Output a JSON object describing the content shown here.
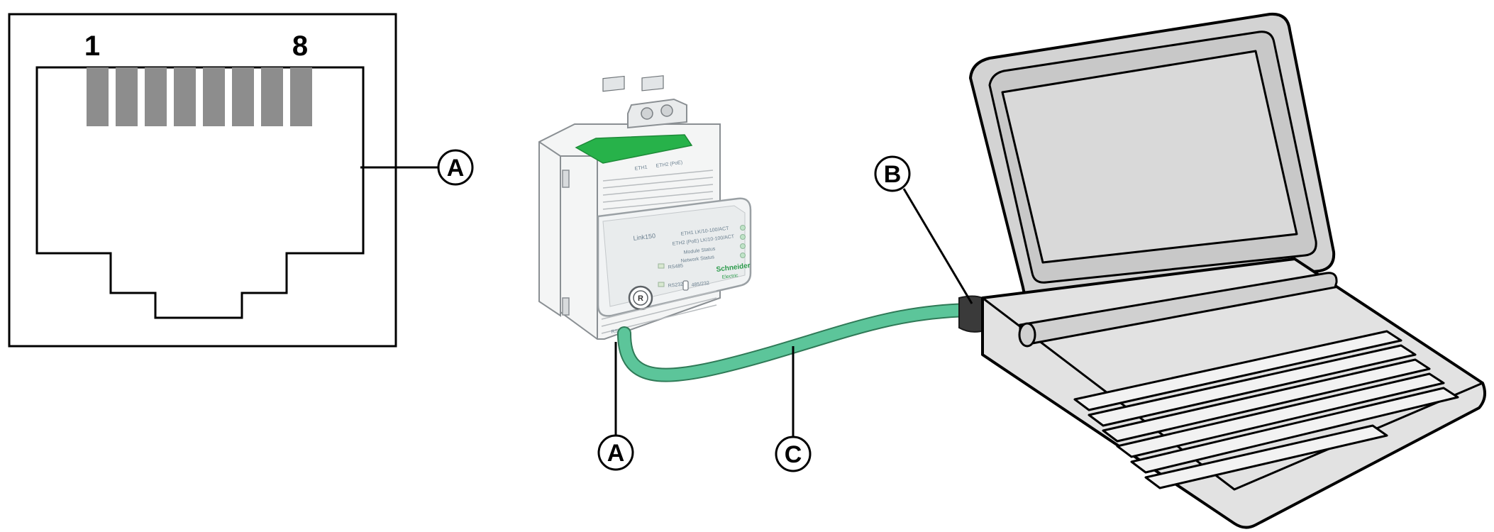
{
  "rj45_socket": {
    "pin_first": "1",
    "pin_last": "8",
    "pin_count": 8
  },
  "callouts": {
    "socket": "A",
    "device_port": "A",
    "connector": "B",
    "cable": "C"
  },
  "device": {
    "model": "Link150",
    "port_eth1": "ETH1",
    "port_eth2": "ETH2 (PoE)",
    "led_eth1": "ETH1 LK/10-100/ACT",
    "led_eth2": "ETH2 (PoE) LK/10-100/ACT",
    "led_module": "Module Status",
    "led_network": "Network Status",
    "label_rs485": "RS485",
    "label_rs232": "RS232",
    "label_485": "485/232",
    "label_port": "RS485",
    "reset_label": "R",
    "brand": "Schneider",
    "brand_sub": "Electric",
    "colors": {
      "green": "#27b24a",
      "cable": "#5cc59a"
    }
  }
}
